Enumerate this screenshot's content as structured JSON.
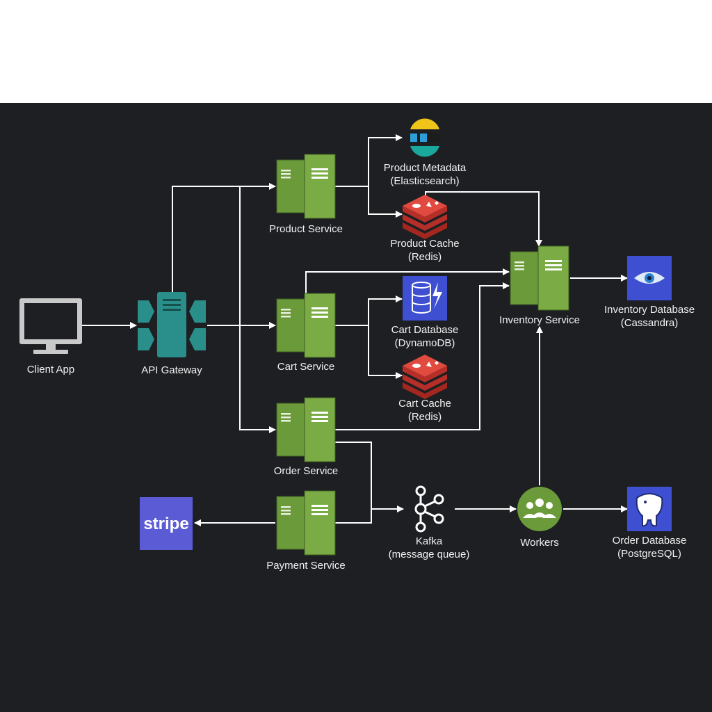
{
  "nodes": {
    "client": {
      "label": "Client App",
      "icon": "monitor-icon"
    },
    "gateway": {
      "label": "API Gateway",
      "icon": "api-gateway-icon"
    },
    "product_service": {
      "label": "Product Service",
      "icon": "server-icon"
    },
    "cart_service": {
      "label": "Cart Service",
      "icon": "server-icon"
    },
    "order_service": {
      "label": "Order Service",
      "icon": "server-icon"
    },
    "payment_service": {
      "label": "Payment Service",
      "icon": "server-icon"
    },
    "inventory_service": {
      "label": "Inventory Service",
      "icon": "server-icon"
    },
    "product_metadata": {
      "label1": "Product Metadata",
      "label2": "(Elasticsearch)",
      "icon": "elasticsearch-icon"
    },
    "product_cache": {
      "label1": "Product Cache",
      "label2": "(Redis)",
      "icon": "redis-icon"
    },
    "cart_database": {
      "label1": "Cart Database",
      "label2": "(DynamoDB)",
      "icon": "dynamodb-icon"
    },
    "cart_cache": {
      "label1": "Cart Cache",
      "label2": "(Redis)",
      "icon": "redis-icon"
    },
    "inventory_database": {
      "label1": "Inventory Database",
      "label2": "(Cassandra)",
      "icon": "cassandra-icon"
    },
    "kafka": {
      "label1": "Kafka",
      "label2": "(message queue)",
      "icon": "kafka-icon"
    },
    "workers": {
      "label": "Workers",
      "icon": "workers-icon"
    },
    "order_database": {
      "label1": "Order Database",
      "label2": "(PostgreSQL)",
      "icon": "postgresql-icon"
    },
    "stripe": {
      "logo_text": "stripe",
      "icon": "stripe-logo"
    }
  },
  "colors": {
    "background": "#1d1f23",
    "service_green": "#6b9a3a",
    "gateway_teal": "#2a8f8a",
    "redis_red": "#c93a33",
    "aws_blue": "#3e4fd1",
    "stripe_purple": "#5b5bd6",
    "connector": "#ffffff"
  }
}
